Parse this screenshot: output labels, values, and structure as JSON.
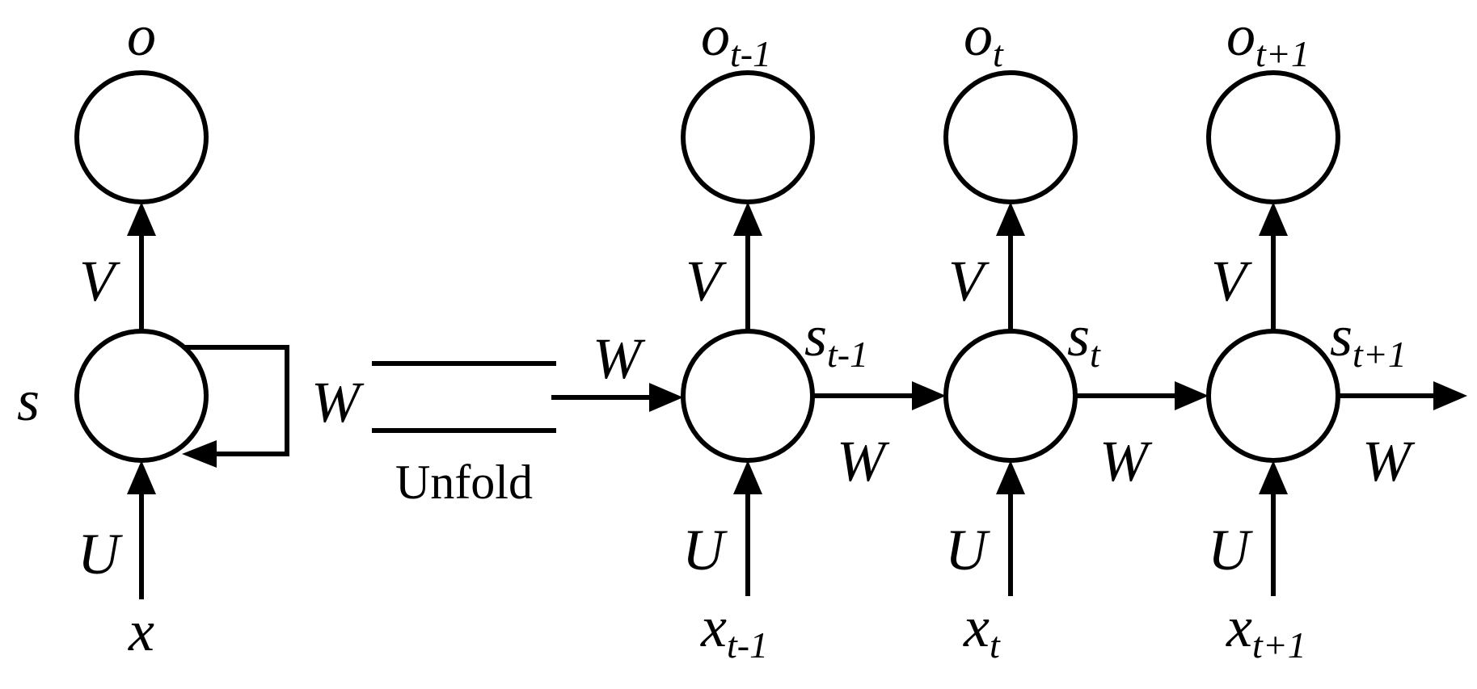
{
  "folded": {
    "output": "o",
    "state": "s",
    "input": "x",
    "input_weight": "U",
    "output_weight": "V",
    "recurrent_weight": "W"
  },
  "unfold": {
    "label": "Unfold",
    "entry_weight": "W"
  },
  "steps": [
    {
      "output": "o",
      "output_sub": "t-1",
      "state": "s",
      "state_sub": "t-1",
      "input": "x",
      "input_sub": "t-1",
      "input_weight": "U",
      "output_weight": "V",
      "forward_weight": "W"
    },
    {
      "output": "o",
      "output_sub": "t",
      "state": "s",
      "state_sub": "t",
      "input": "x",
      "input_sub": "t",
      "input_weight": "U",
      "output_weight": "V",
      "forward_weight": "W"
    },
    {
      "output": "o",
      "output_sub": "t+1",
      "state": "s",
      "state_sub": "t+1",
      "input": "x",
      "input_sub": "t+1",
      "input_weight": "U",
      "output_weight": "V",
      "forward_weight": "W"
    }
  ]
}
